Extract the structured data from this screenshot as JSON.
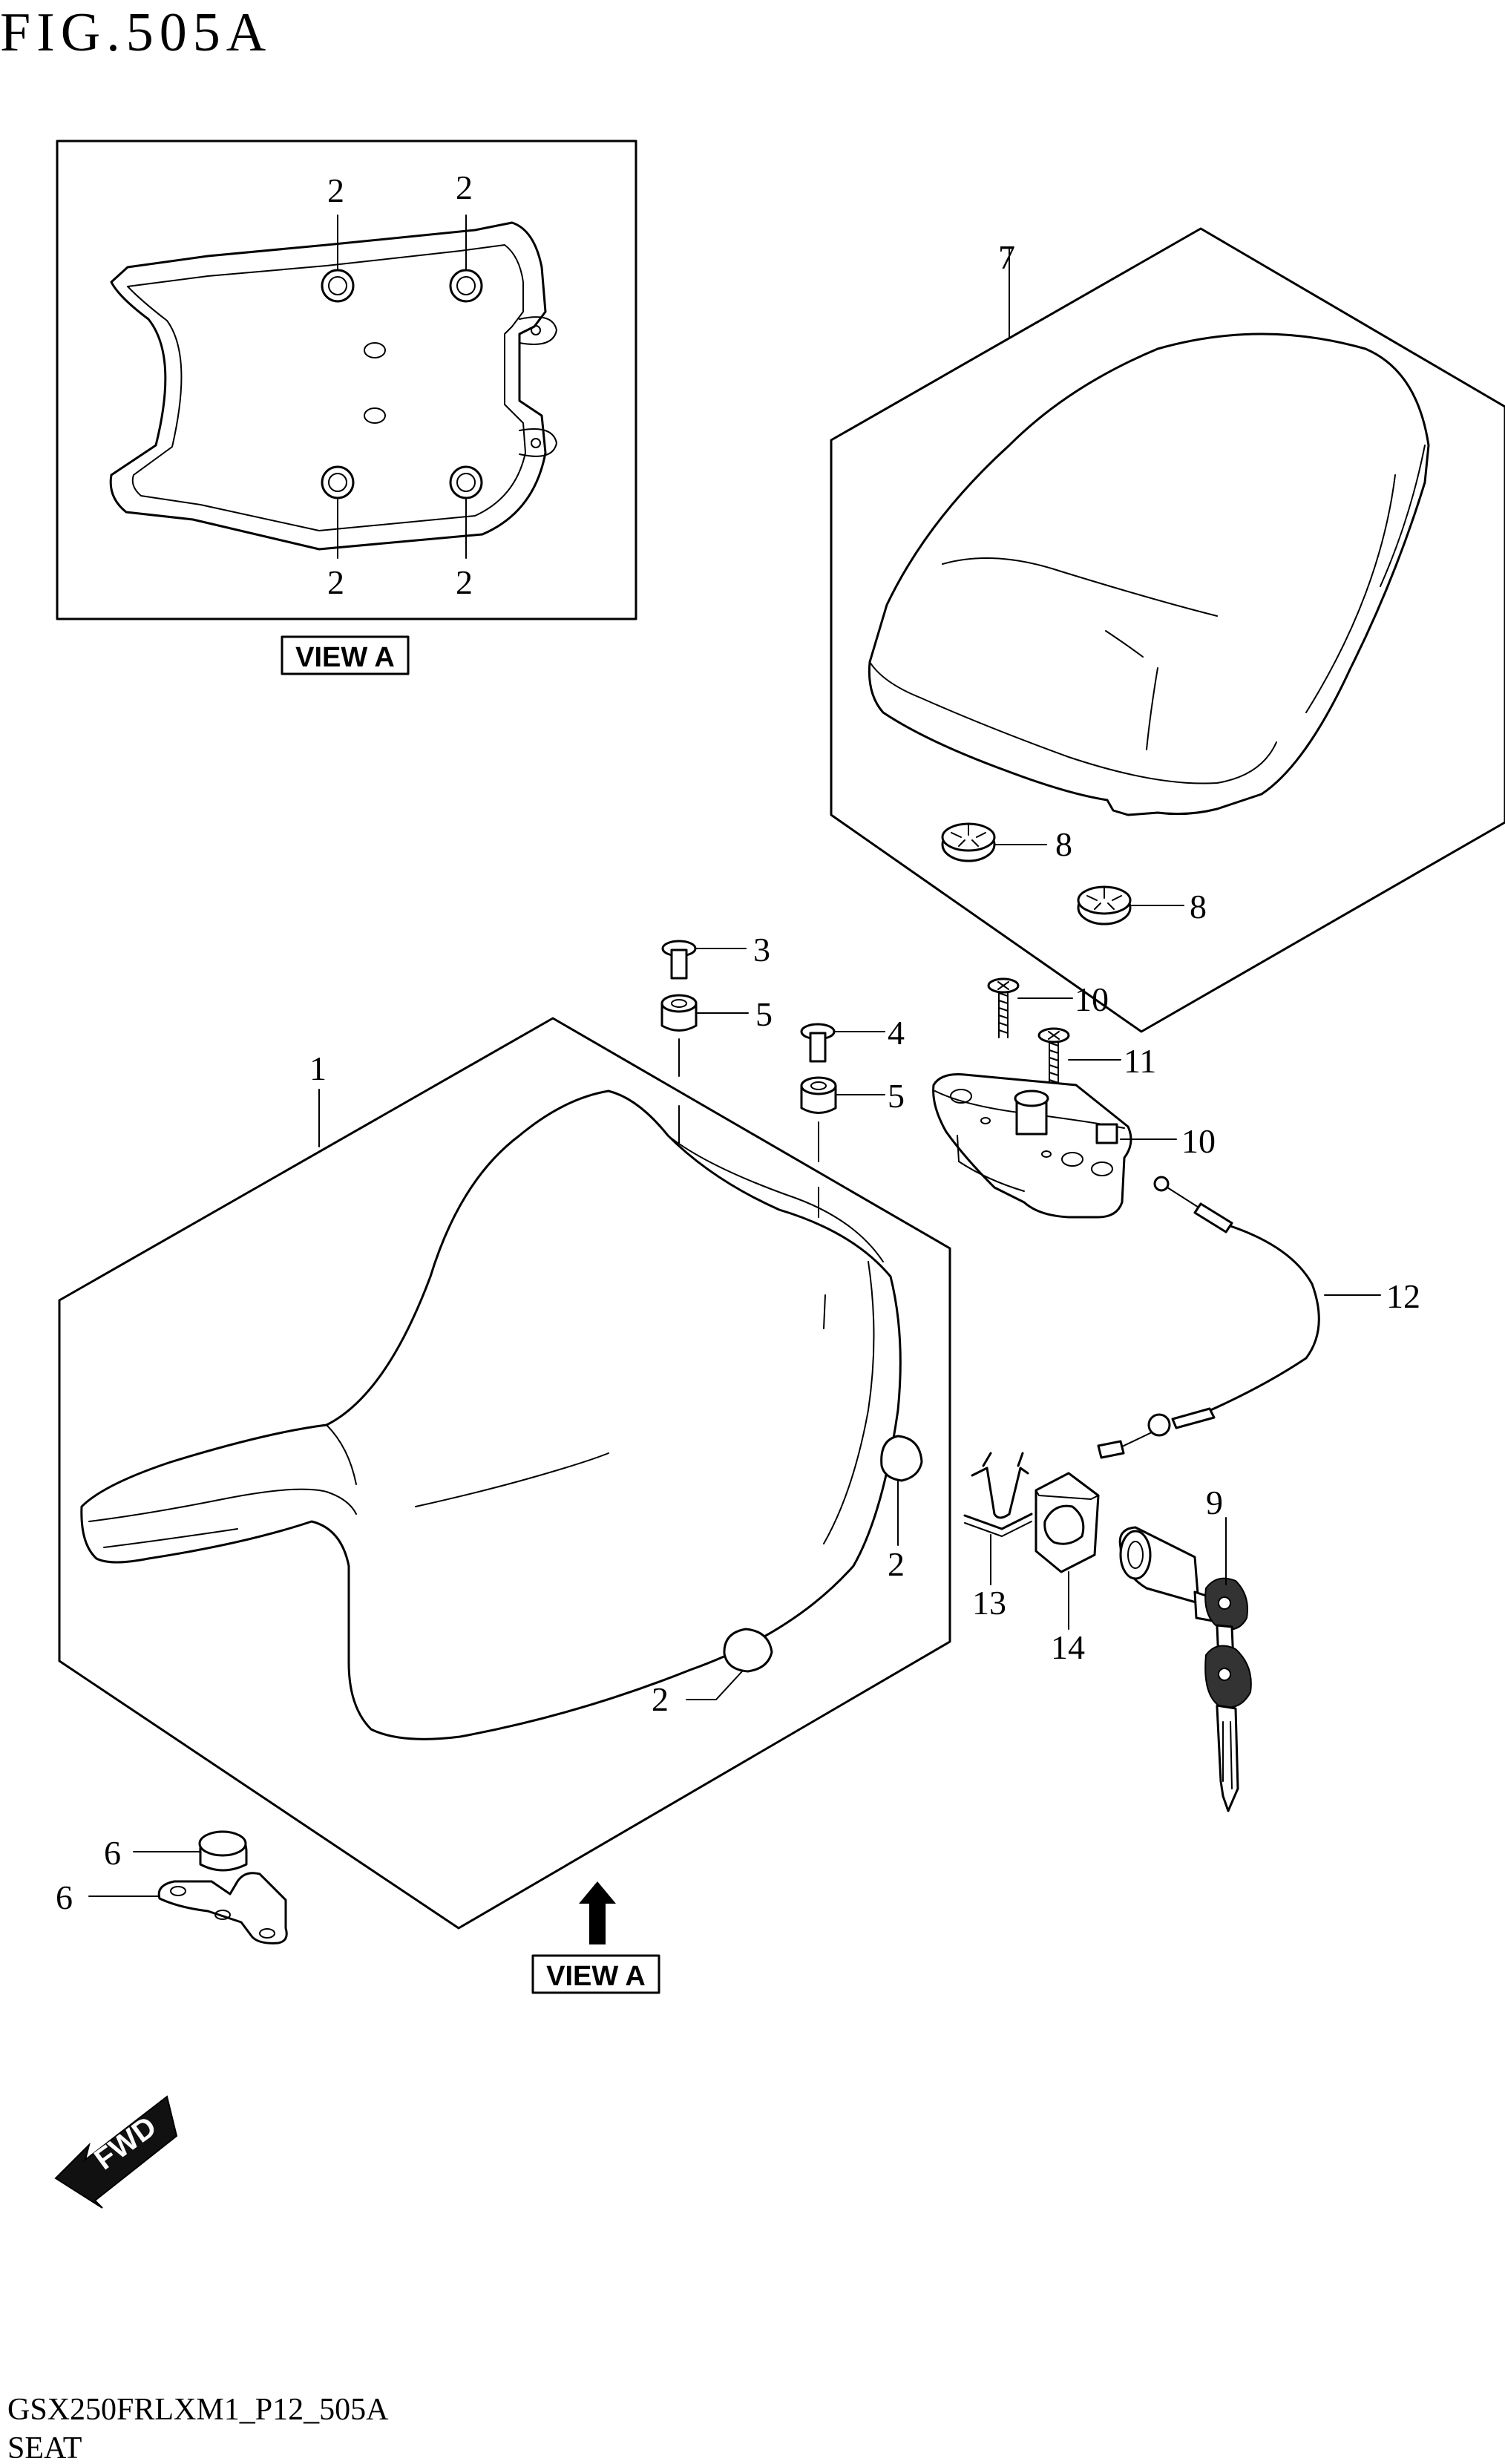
{
  "figure": {
    "title": "FIG.505A"
  },
  "footer": {
    "code": "GSX250FRLXM1_P12_505A",
    "name": "SEAT"
  },
  "view_labels": {
    "top": "VIEW A",
    "bottom": "VIEW A"
  },
  "direction": {
    "fwd": "FWD"
  },
  "callouts": [
    {
      "id": "c1",
      "text": "1"
    },
    {
      "id": "c2a",
      "text": "2"
    },
    {
      "id": "c2b",
      "text": "2"
    },
    {
      "id": "c2c",
      "text": "2"
    },
    {
      "id": "c2d",
      "text": "2"
    },
    {
      "id": "c2e",
      "text": "2"
    },
    {
      "id": "c2f",
      "text": "2"
    },
    {
      "id": "c3",
      "text": "3"
    },
    {
      "id": "c4",
      "text": "4"
    },
    {
      "id": "c5a",
      "text": "5"
    },
    {
      "id": "c5b",
      "text": "5"
    },
    {
      "id": "c6a",
      "text": "6"
    },
    {
      "id": "c6b",
      "text": "6"
    },
    {
      "id": "c7",
      "text": "7"
    },
    {
      "id": "c8a",
      "text": "8"
    },
    {
      "id": "c8b",
      "text": "8"
    },
    {
      "id": "c9",
      "text": "9"
    },
    {
      "id": "c10a",
      "text": "10"
    },
    {
      "id": "c10b",
      "text": "10"
    },
    {
      "id": "c11",
      "text": "11"
    },
    {
      "id": "c12",
      "text": "12"
    },
    {
      "id": "c13",
      "text": "13"
    },
    {
      "id": "c14",
      "text": "14"
    }
  ]
}
